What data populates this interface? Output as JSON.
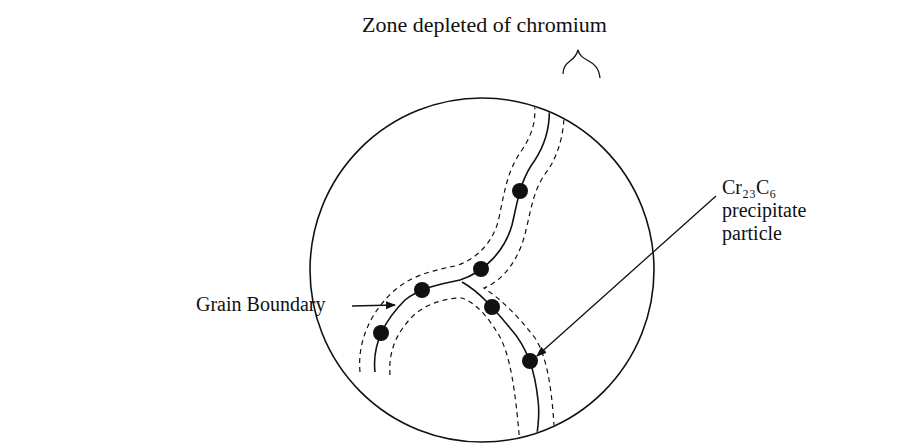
{
  "diagram": {
    "labels": [
      "Zone depleted of chromium",
      "Grain Boundary",
      "Cr₂₃C₆ precipitate particle"
    ]
  }
}
